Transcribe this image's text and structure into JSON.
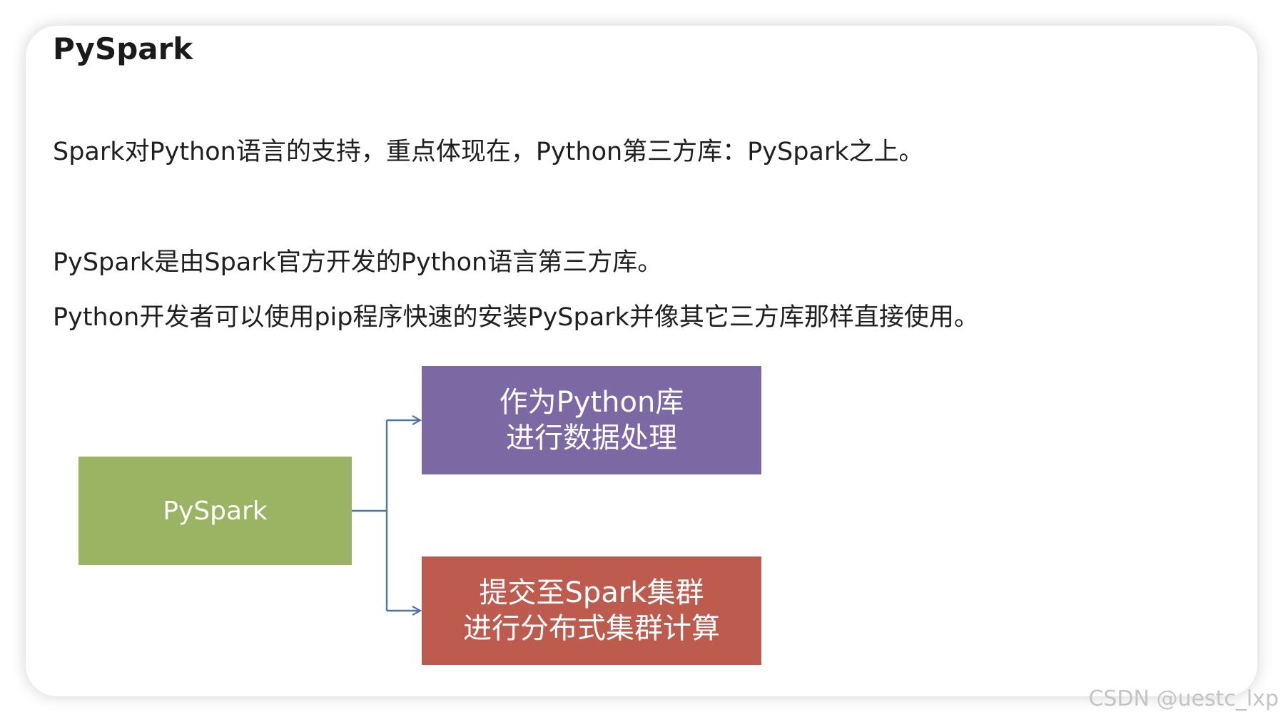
{
  "slide": {
    "title": "PySpark",
    "paragraphs": [
      "Spark对Python语言的支持，重点体现在，Python第三方库：PySpark之上。",
      "PySpark是由Spark官方开发的Python语言第三方库。",
      "Python开发者可以使用pip程序快速的安装PySpark并像其它三方库那样直接使用。"
    ]
  },
  "diagram": {
    "source": {
      "label": "PySpark",
      "color": "#9bb463"
    },
    "targets": [
      {
        "lines": [
          "作为Python库",
          "进行数据处理"
        ],
        "color": "#7c68a2"
      },
      {
        "lines": [
          "提交至Spark集群",
          "进行分布式集群计算"
        ],
        "color": "#be5b4f"
      }
    ],
    "connector_color": "#4f74a8"
  },
  "watermark": "CSDN @uestc_lxp"
}
